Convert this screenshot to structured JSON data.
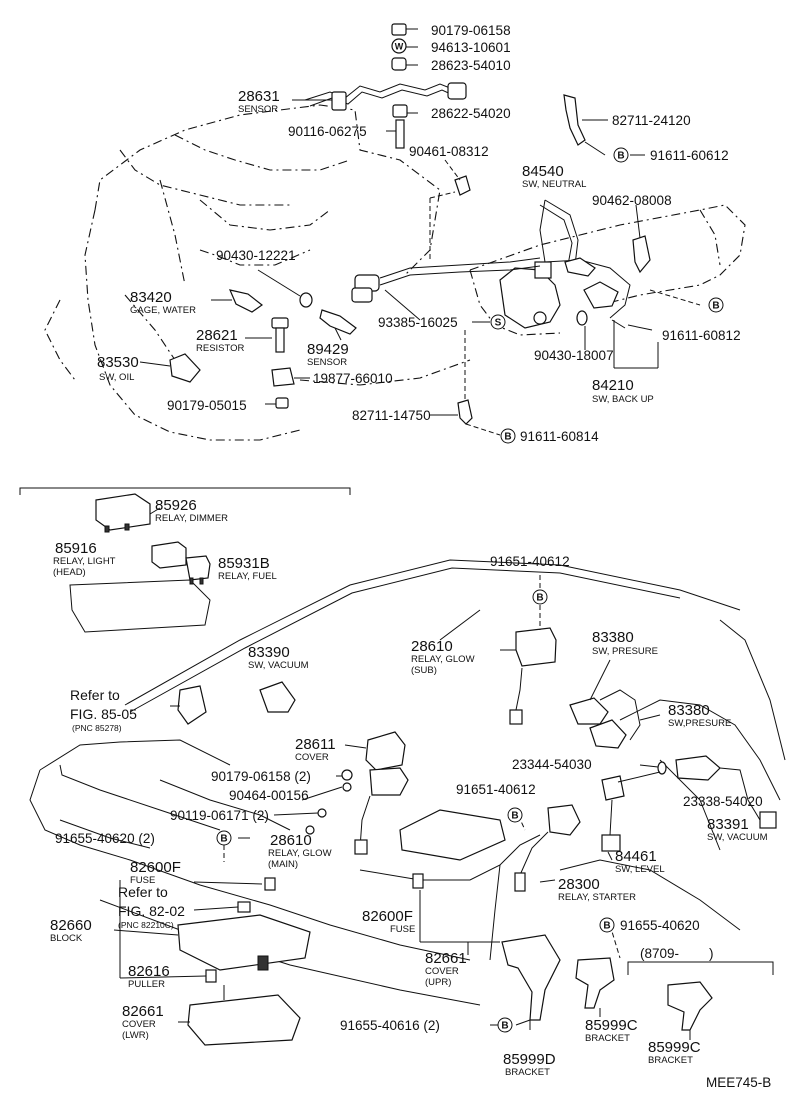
{
  "top": {
    "p_90179_06158": "90179-06158",
    "p_94613_10601": "94613-10601",
    "p_28623_54010": "28623-54010",
    "p_28631": "28631",
    "p_28631_desc": "SENSOR",
    "p_28622_54020": "28622-54020",
    "p_90116_06275": "90116-06275",
    "p_82711_24120": "82711-24120",
    "p_90461_08312": "90461-08312",
    "p_91611_60612": "91611-60612",
    "p_84540": "84540",
    "p_84540_desc": "SW, NEUTRAL",
    "p_90462_08008": "90462-08008",
    "p_90430_12221": "90430-12221",
    "p_83420": "83420",
    "p_83420_desc": "GAGE, WATER",
    "p_28621": "28621",
    "p_28621_desc": "RESISTOR",
    "p_93385_16025": "93385-16025",
    "p_89429": "89429",
    "p_89429_desc": "SENSOR",
    "p_91611_60812": "91611-60812",
    "p_90430_18007": "90430-18007",
    "p_83530": "83530",
    "p_83530_desc": "SW, OIL",
    "p_19877_66010": "19877-66010",
    "p_84210": "84210",
    "p_84210_desc": "SW, BACK UP",
    "p_90179_05015": "90179-05015",
    "p_82711_14750": "82711-14750",
    "p_91611_60814": "91611-60814",
    "mark_w": "W",
    "mark_b": "B",
    "mark_s": "S"
  },
  "bottom": {
    "p_85926": "85926",
    "p_85926_desc": "RELAY, DIMMER",
    "p_85916": "85916",
    "p_85916_desc1": "RELAY, LIGHT",
    "p_85916_desc2": "(HEAD)",
    "p_85931B": "85931B",
    "p_85931B_desc": "RELAY, FUEL",
    "p_91651_40612_a": "91651-40612",
    "p_28610_sub": "28610",
    "p_28610_sub_d1": "RELAY, GLOW",
    "p_28610_sub_d2": "(SUB)",
    "p_83390": "83390",
    "p_83390_desc": "SW, VACUUM",
    "p_83380_a": "83380",
    "p_83380_a_desc": "SW, PRESURE",
    "ref1_line1": "Refer to",
    "ref1_line2": "FIG. 85-05",
    "ref1_pnc": "(PNC 85278)",
    "p_83380_b": "83380",
    "p_83380_b_desc": "SW,PRESURE",
    "p_28611": "28611",
    "p_28611_desc": "COVER",
    "p_23344_54030": "23344-54030",
    "p_90179_06158_2": "90179-06158 (2)",
    "p_90464_00156": "90464-00156",
    "p_23338_54020": "23338-54020",
    "p_83391": "83391",
    "p_83391_desc": "SW, VACUUM",
    "p_91651_40612_b": "91651-40612",
    "p_90119_06171": "90119-06171 (2)",
    "p_91655_40620_2": "91655-40620 (2)",
    "p_28610_main": "28610",
    "p_28610_main_d1": "RELAY, GLOW",
    "p_28610_main_d2": "(MAIN)",
    "p_84461": "84461",
    "p_84461_desc": "SW, LEVEL",
    "p_82600F_a": "82600F",
    "p_82600F_a_desc": "FUSE",
    "p_28300": "28300",
    "p_28300_desc": "RELAY, STARTER",
    "ref2_line1": "Refer to",
    "ref2_line2": "FIG. 82-02",
    "ref2_pnc": "(PNC 82210C)",
    "p_82600F_b": "82600F",
    "p_82600F_b_desc": "FUSE",
    "p_91655_40620": "91655-40620",
    "p_82660": "82660",
    "p_82660_desc": "BLOCK",
    "p_82661_upr": "82661",
    "p_82661_upr_d1": "COVER",
    "p_82661_upr_d2": "(UPR)",
    "date_range": "(8709-        )",
    "p_82616": "82616",
    "p_82616_desc": "PULLER",
    "p_82661_lwr": "82661",
    "p_82661_lwr_d1": "COVER",
    "p_82661_lwr_d2": "(LWR)",
    "p_91655_40616": "91655-40616 (2)",
    "p_85999C_a": "85999C",
    "p_85999C_a_desc": "BRACKET",
    "p_85999C_b": "85999C",
    "p_85999C_b_desc": "BRACKET",
    "p_85999D": "85999D",
    "p_85999D_desc": "BRACKET",
    "mark_b": "B"
  },
  "footer": {
    "drawing_code": "MEE745-B"
  }
}
